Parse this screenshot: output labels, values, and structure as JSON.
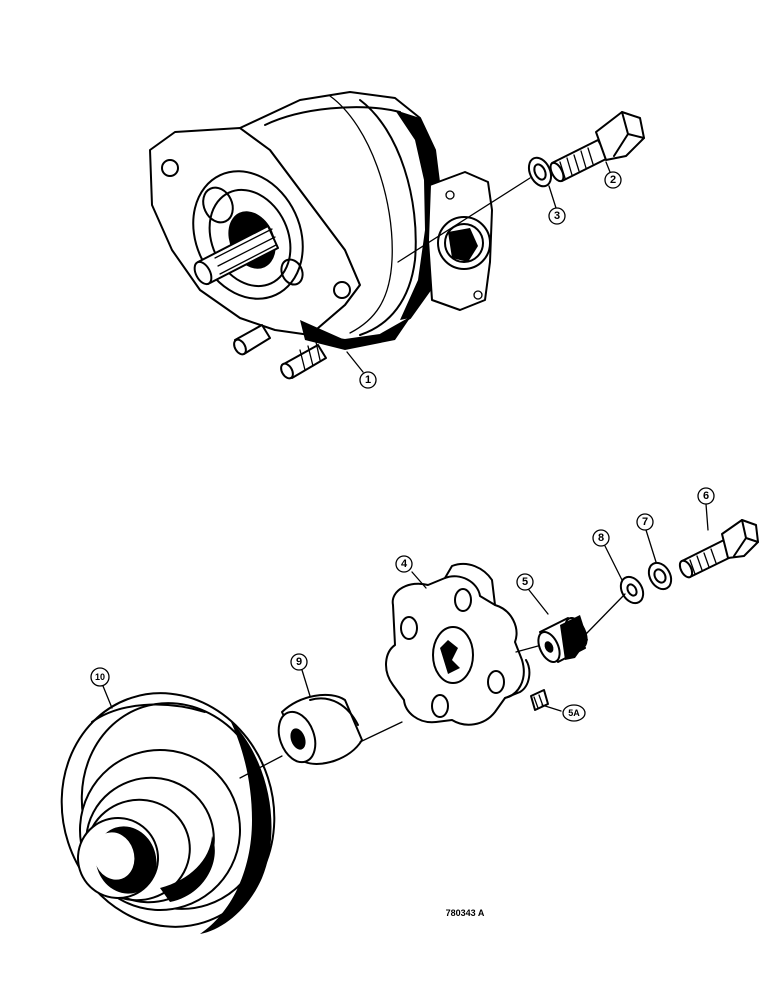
{
  "callouts": [
    {
      "id": "1",
      "label": "1"
    },
    {
      "id": "2",
      "label": "2"
    },
    {
      "id": "3",
      "label": "3"
    },
    {
      "id": "4",
      "label": "4"
    },
    {
      "id": "5",
      "label": "5"
    },
    {
      "id": "5A",
      "label": "5A"
    },
    {
      "id": "6",
      "label": "6"
    },
    {
      "id": "7",
      "label": "7"
    },
    {
      "id": "8",
      "label": "8"
    },
    {
      "id": "9",
      "label": "9"
    },
    {
      "id": "10",
      "label": "10"
    }
  ],
  "drawing_number": "780343 A"
}
